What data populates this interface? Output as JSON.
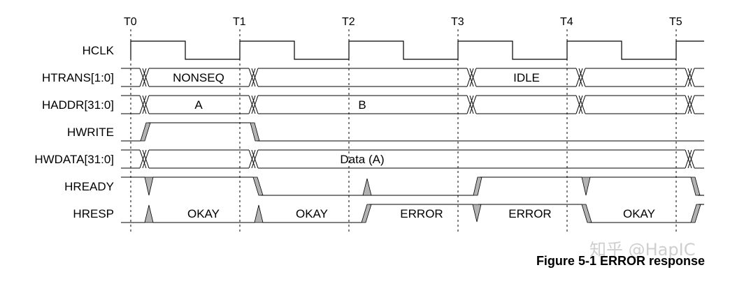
{
  "time_markers": [
    "T0",
    "T1",
    "T2",
    "T3",
    "T4",
    "T5"
  ],
  "signals": [
    {
      "name": "HCLK",
      "type": "clock"
    },
    {
      "name": "HTRANS[1:0]",
      "type": "bus",
      "values": [
        "NONSEQ",
        "IDLE"
      ]
    },
    {
      "name": "HADDR[31:0]",
      "type": "bus",
      "values": [
        "A",
        "B"
      ]
    },
    {
      "name": "HWRITE",
      "type": "level"
    },
    {
      "name": "HWDATA[31:0]",
      "type": "bus",
      "values": [
        "Data (A)"
      ]
    },
    {
      "name": "HREADY",
      "type": "level"
    },
    {
      "name": "HRESP",
      "type": "response",
      "values": [
        "OKAY",
        "OKAY",
        "ERROR",
        "ERROR",
        "OKAY"
      ]
    }
  ],
  "caption": "Figure 5-1 ERROR response",
  "watermark": "知乎 @HapIC"
}
